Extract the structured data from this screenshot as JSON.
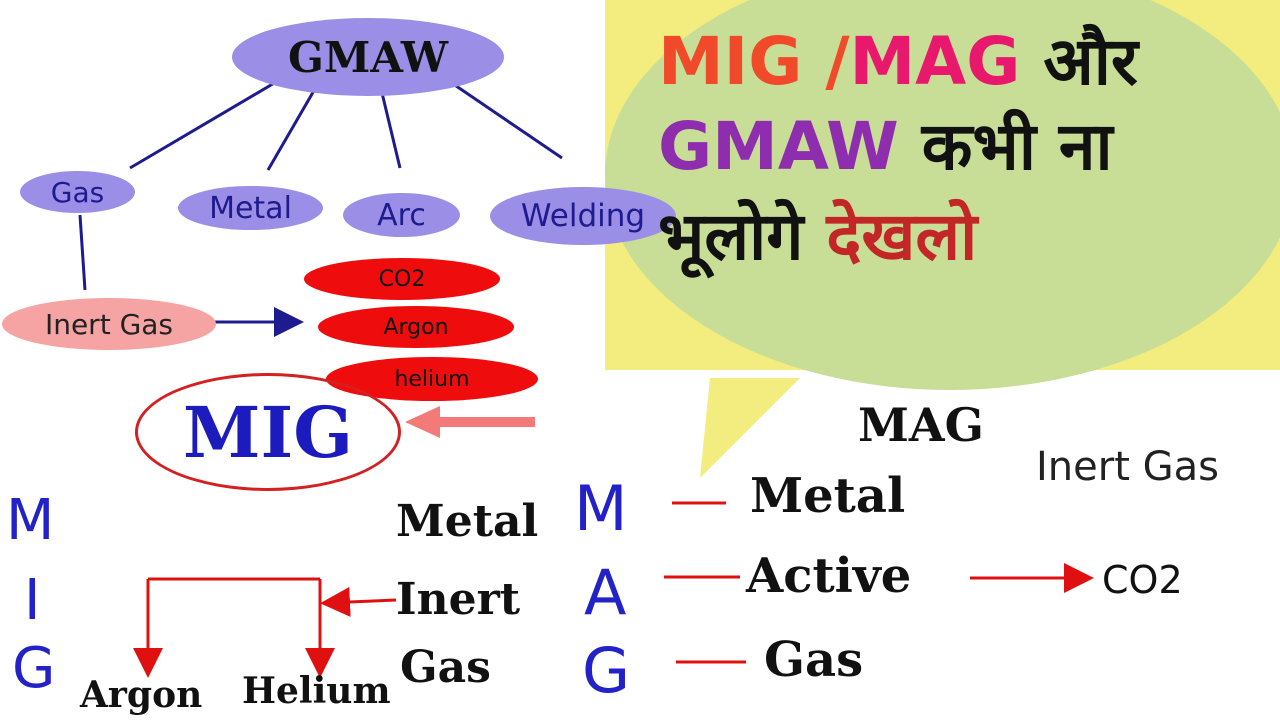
{
  "colors": {
    "accent_purple": "#9a8ee6",
    "navy_line": "#1e1b8e",
    "red_oval": "#ee0c0c",
    "pink_oval": "#f5a3a3",
    "bubble_green": "#c8dd96",
    "bubble_yellow": "#f3ec7e",
    "text_orange": "#f04a2a",
    "text_pink": "#e8186c",
    "text_purple": "#8e2dae",
    "text_darkred": "#c32626",
    "letter_blue": "#2222c8"
  },
  "gmaw_tree": {
    "root": "GMAW",
    "branches": [
      "Gas",
      "Metal",
      "Arc",
      "Welding"
    ],
    "inert": "Inert Gas",
    "gases": [
      "CO2",
      "Argon",
      "helium"
    ]
  },
  "mig": {
    "title": "MIG",
    "letters": [
      "M",
      "I",
      "G"
    ],
    "words": [
      "Metal",
      "Inert",
      "Gas"
    ],
    "gases": [
      "Argon",
      "Helium"
    ]
  },
  "mag": {
    "title": "MAG",
    "subtitle": "Inert Gas",
    "letters": [
      "M",
      "A",
      "G"
    ],
    "words": [
      "Metal",
      "Active",
      "Gas"
    ],
    "active_gas": "CO2"
  },
  "headline": {
    "part1": "MIG /",
    "part2": "MAG",
    "part3": " और",
    "line2a": "GMAW",
    "line2b": " कभी ना",
    "line3a": "भूलोगे ",
    "line3b": "देखलो"
  }
}
